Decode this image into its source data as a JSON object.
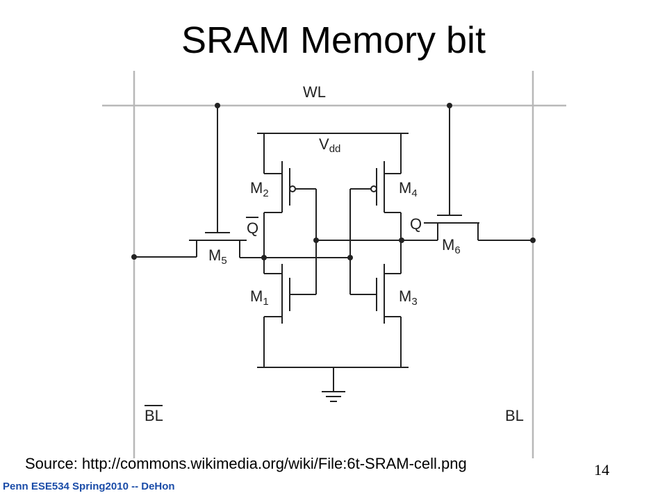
{
  "slide": {
    "title": "SRAM Memory bit",
    "source": "Source: http://commons.wikimedia.org/wiki/File:6t-SRAM-cell.png",
    "page_number": "14",
    "footer": "Penn ESE534 Spring2010 -- DeHon"
  },
  "diagram": {
    "labels": {
      "wl": "WL",
      "vdd": "V",
      "vdd_sub": "dd",
      "m": "M",
      "m1_sub": "1",
      "m2_sub": "2",
      "m3_sub": "3",
      "m4_sub": "4",
      "m5_sub": "5",
      "m6_sub": "6",
      "q": "Q",
      "q_bar": "Q",
      "bl": "BL",
      "bl_bar": "BL"
    },
    "colors": {
      "wire": "#222222",
      "grid_line": "#b8b8b8"
    }
  }
}
